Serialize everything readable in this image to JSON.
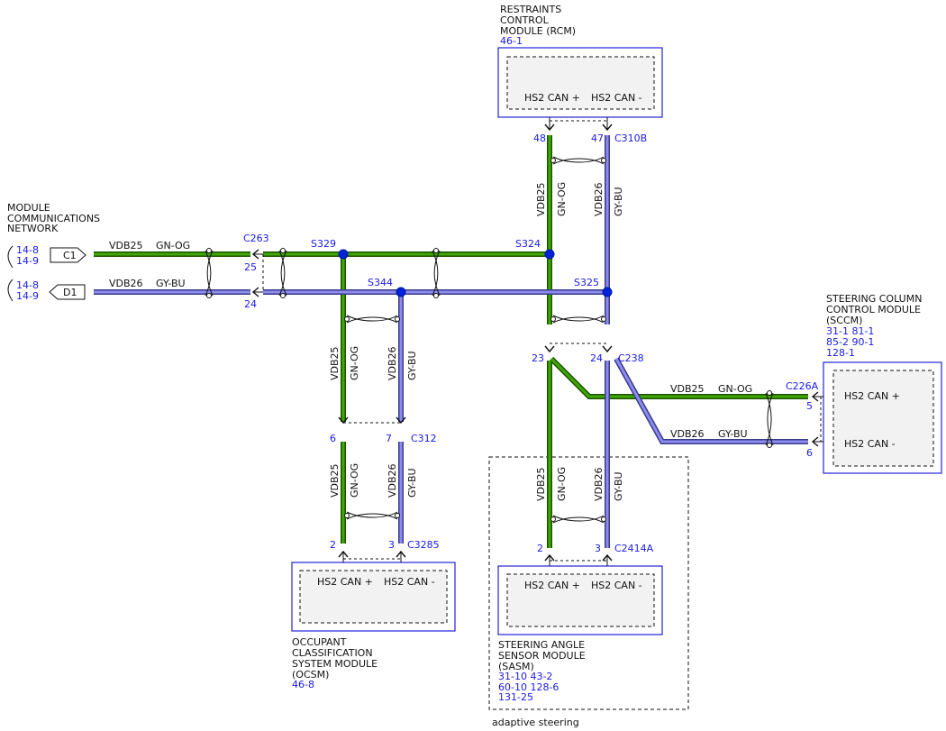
{
  "modules": {
    "rcm": {
      "name_lines": [
        "RESTRAINTS",
        "CONTROL",
        "MODULE (RCM)"
      ],
      "ref_lines": [
        "46-1"
      ],
      "pin_plus": "HS2 CAN +",
      "pin_minus": "HS2 CAN -"
    },
    "sccm": {
      "name_lines": [
        "STEERING COLUMN",
        "CONTROL MODULE",
        "(SCCM)"
      ],
      "ref_lines": [
        "31-1   81-1",
        "85-2   90-1",
        "128-1"
      ],
      "pin_plus": "HS2 CAN +",
      "pin_minus": "HS2 CAN -"
    },
    "ocsm": {
      "name_lines": [
        "OCCUPANT",
        "CLASSIFICATION",
        "SYSTEM MODULE",
        "(OCSM)"
      ],
      "ref_lines": [
        "46-8"
      ],
      "pin_plus": "HS2 CAN +",
      "pin_minus": "HS2 CAN -"
    },
    "sasm": {
      "name_lines": [
        "STEERING ANGLE",
        "SENSOR MODULE",
        "(SASM)"
      ],
      "ref_lines": [
        "31-10 43-2",
        "60-10 128-6",
        "131-25"
      ],
      "pin_plus": "HS2 CAN +",
      "pin_minus": "HS2 CAN -",
      "option_note": "adaptive steering"
    }
  },
  "network": {
    "title_lines": [
      "MODULE",
      "COMMUNICATIONS",
      "NETWORK"
    ],
    "c1_label": "C1",
    "d1_label": "D1",
    "c1_refs": [
      "14-8",
      "14-9"
    ],
    "d1_refs": [
      "14-8",
      "14-9"
    ]
  },
  "wires": {
    "plus_circuit": "VDB25",
    "plus_color": "GN-OG",
    "minus_circuit": "VDB26",
    "minus_color": "GY-BU"
  },
  "splices": {
    "s329": "S329",
    "s344": "S344",
    "s324": "S324",
    "s325": "S325"
  },
  "connectors": {
    "c263": {
      "name": "C263",
      "pin_a": "25",
      "pin_b": "24"
    },
    "c310b": {
      "name": "C310B",
      "pin_a": "48",
      "pin_b": "47"
    },
    "c312": {
      "name": "C312",
      "pin_a": "6",
      "pin_b": "7"
    },
    "c3285": {
      "name": "C3285",
      "pin_a": "2",
      "pin_b": "3"
    },
    "c238": {
      "name": "C238",
      "pin_a": "23",
      "pin_b": "24"
    },
    "c2414a": {
      "name": "C2414A",
      "pin_a": "2",
      "pin_b": "3"
    },
    "c226a": {
      "name": "C226A",
      "pin_a": "5",
      "pin_b": "6"
    }
  },
  "colors": {
    "wire_green": "#2e8b00",
    "wire_green_dark": "#1d5200",
    "wire_blue": "#6a6ad0",
    "wire_blue_dark": "#3b3b8a",
    "splice_dot": "#0022dd",
    "module_border": "#2222dd",
    "module_fill": "#f2f2f2",
    "ref_text": "#1a1ae6"
  }
}
